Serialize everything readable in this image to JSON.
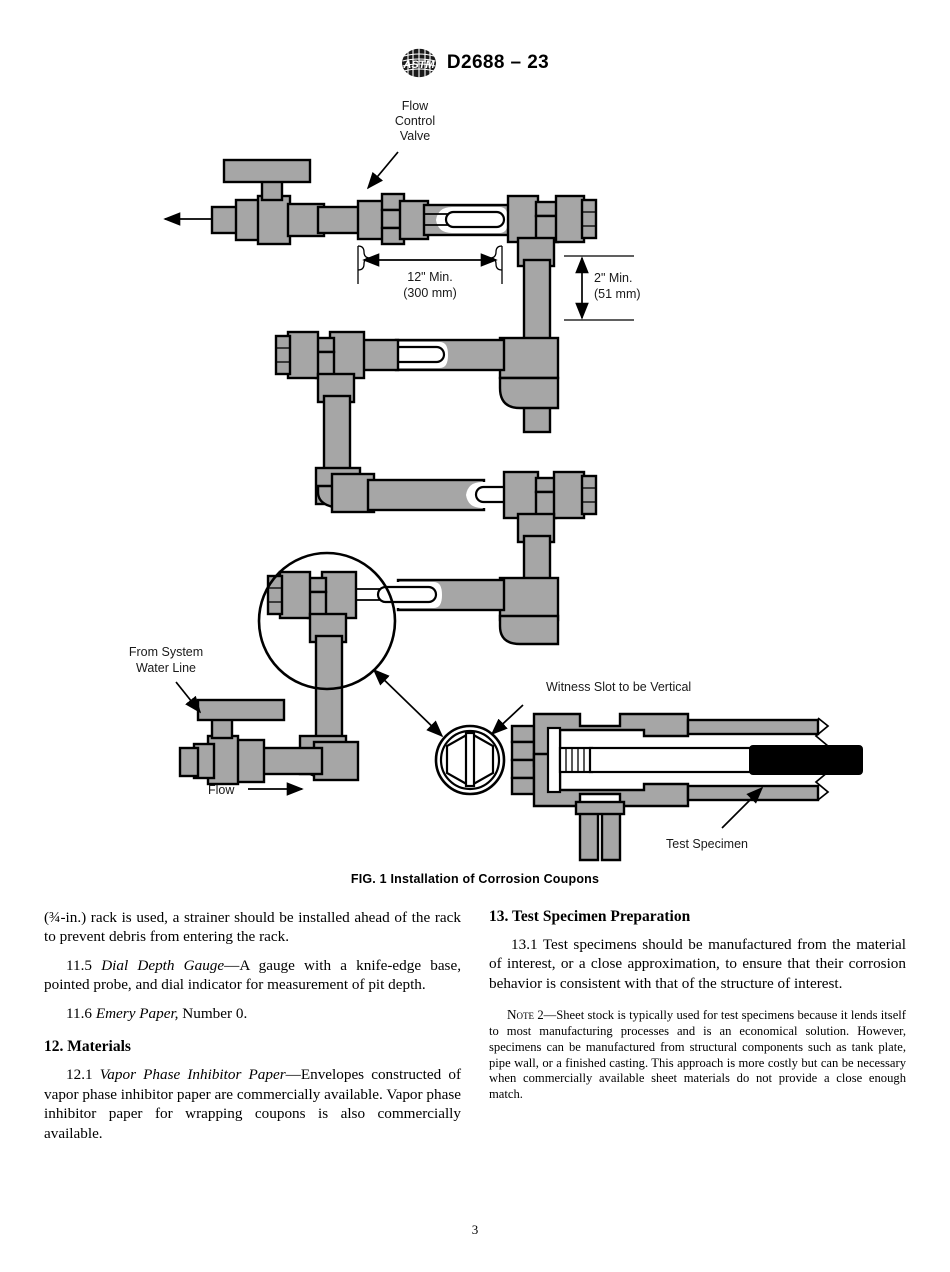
{
  "header": {
    "logo_name": "astm-logo",
    "standard": "D2688 – 23"
  },
  "figure": {
    "caption": "FIG. 1  Installation of Corrosion Coupons",
    "labels": {
      "flow_control_valve_l1": "Flow",
      "flow_control_valve_l2": "Control",
      "flow_control_valve_l3": "Valve",
      "dim_horizontal_l1": "12\" Min.",
      "dim_horizontal_l2": "(300 mm)",
      "dim_vertical_l1": "2\" Min.",
      "dim_vertical_l2": "(51 mm)",
      "from_system_l1": "From System",
      "from_system_l2": "Water Line",
      "flow": "Flow",
      "witness_slot": "Witness Slot to be Vertical",
      "test_specimen": "Test Specimen"
    },
    "colors": {
      "pipe_fill": "#a6a6a6",
      "outline": "#000000",
      "specimen": "#000000",
      "white": "#ffffff"
    }
  },
  "body": {
    "left": {
      "para_continued": "(¾-in.) rack is used, a strainer should be installed ahead of the rack to prevent debris from entering the rack.",
      "para_11_5_num": "11.5",
      "para_11_5_title": "Dial Depth Gauge",
      "para_11_5_text": "—A gauge with a knife-edge base, pointed probe, and dial indicator for measurement of pit depth.",
      "para_11_6_num": "11.6",
      "para_11_6_title": "Emery Paper,",
      "para_11_6_text": " Number 0.",
      "section_12_heading": "12.  Materials",
      "para_12_1_num": "12.1",
      "para_12_1_title": "Vapor Phase Inhibitor Paper",
      "para_12_1_text": "—Envelopes constructed of vapor phase inhibitor paper are commercially available. Vapor phase inhibitor paper for wrapping coupons is also commercially available."
    },
    "right": {
      "section_13_heading": "13.  Test Specimen Preparation",
      "para_13_1_num": "13.1",
      "para_13_1_text": " Test specimens should be manufactured from the material of interest, or a close approximation, to ensure that their corrosion behavior is consistent with that of the structure of interest.",
      "note_label": "Note",
      "note_number": " 2",
      "note_text": "—Sheet stock is typically used for test specimens because it lends itself to most manufacturing processes and is an economical solution. However, specimens can be manufactured from structural components such as tank plate, pipe wall, or a finished casting. This approach is more costly but can be necessary when commercially available sheet materials do not provide a close enough match."
    }
  },
  "footer": {
    "page_number": "3"
  }
}
